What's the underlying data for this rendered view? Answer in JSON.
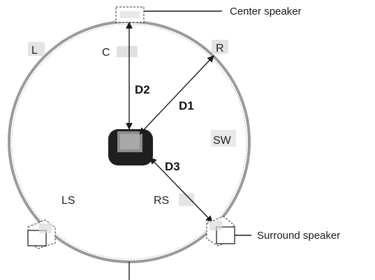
{
  "labels": {
    "center_speaker": "Center speaker",
    "surround_speaker": "Surround speaker",
    "L": "L",
    "C": "C",
    "R": "R",
    "SW": "SW",
    "LS": "LS",
    "RS": "RS"
  },
  "distances": {
    "d1": "D1",
    "d2": "D2",
    "d3": "D3"
  },
  "colors": {
    "listener": "#222222",
    "ring": "#9a9a9a",
    "line": "#1a1a1a"
  }
}
